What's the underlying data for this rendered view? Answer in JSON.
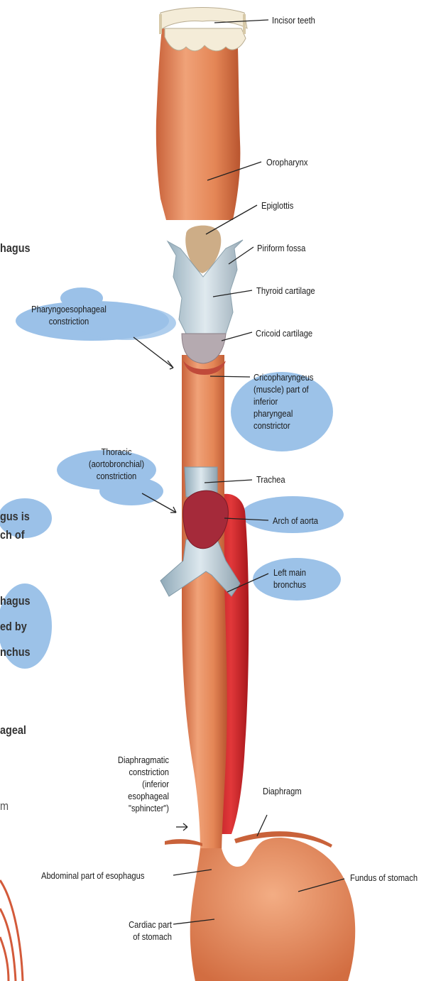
{
  "labels": {
    "incisor_teeth": "Incisor teeth",
    "oropharynx": "Oropharynx",
    "epiglottis": "Epiglottis",
    "piriform_fossa": "Piriform fossa",
    "thyroid_cartilage": "Thyroid cartilage",
    "cricoid_cartilage": "Cricoid cartilage",
    "pharyngoesophageal_constriction": "Pharyngoesophageal\nconstriction",
    "cricopharyngeus": "Cricopharyngeus\n(muscle) part of\ninferior\npharyngeal\nconstrictor",
    "thoracic_constriction": "Thoracic\n(aortobronchial)\nconstriction",
    "trachea": "Trachea",
    "arch_of_aorta": "Arch of aorta",
    "left_main_bronchus": "Left main\nbronchus",
    "diaphragmatic_constriction": "Diaphragmatic\nconstriction\n(inferior\nesophageal\n\"sphincter\")",
    "diaphragm": "Diaphragm",
    "abdominal_part": "Abdominal part of esophagus",
    "fundus": "Fundus of stomach",
    "cardiac_part": "Cardiac part\nof stomach"
  },
  "left_margin_fragments": {
    "f1": "hagus",
    "f2": "gus is",
    "f3": "ch of",
    "f4": "hagus",
    "f5": "ed by",
    "f6": "nchus",
    "f7": "ageal",
    "f8": "m"
  },
  "colors": {
    "esophagus": "#e58a5c",
    "aorta": "#d8292c",
    "cartilage": "#b9cfdc",
    "highlight": "#4a8fd6"
  }
}
